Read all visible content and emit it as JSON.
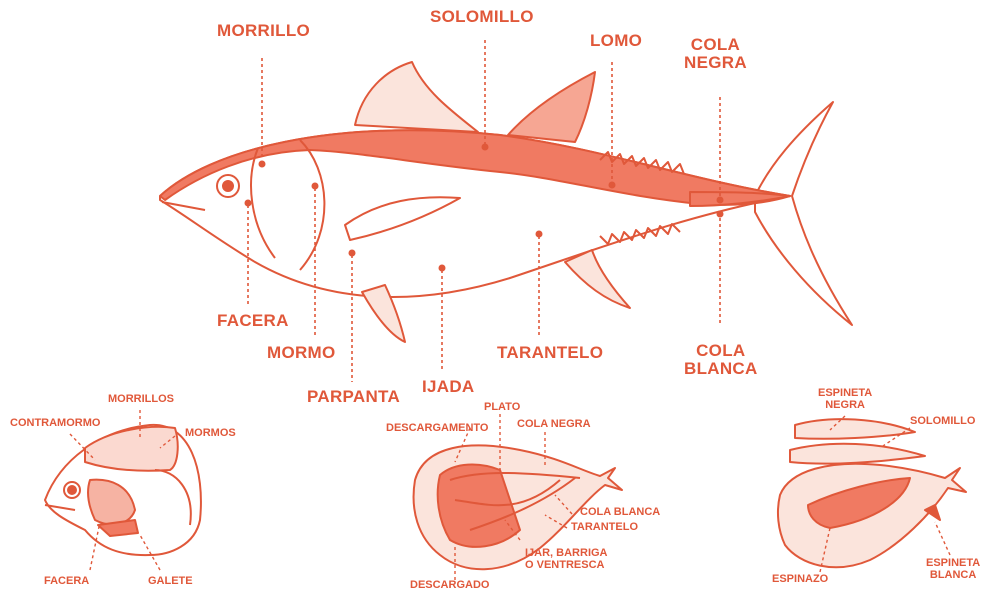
{
  "colors": {
    "accent": "#e0583a",
    "fill": "#f07a62",
    "light": "#fbd9d0"
  },
  "main_fish": {
    "labels": {
      "morrillo": "MORRILLO",
      "solomillo": "SOLOMILLO",
      "lomo": "LOMO",
      "cola_negra": "COLA\nNEGRA",
      "facera": "FACERA",
      "mormo": "MORMO",
      "parpanta": "PARPANTA",
      "ijada": "IJADA",
      "tarantelo": "TARANTELO",
      "cola_blanca": "COLA\nBLANCA"
    }
  },
  "head_detail": {
    "labels": {
      "morrillos": "MORRILLOS",
      "contramormo": "CONTRAMORMO",
      "mormos": "MORMOS",
      "facera": "FACERA",
      "galete": "GALETE"
    }
  },
  "belly_detail": {
    "labels": {
      "plato": "PLATO",
      "descargamento": "DESCARGAMENTO",
      "cola_negra": "COLA NEGRA",
      "cola_blanca": "COLA BLANCA",
      "tarantelo": "TARANTELO",
      "ijar": "IJAR, BARRIGA\nO VENTRESCA",
      "descargado": "DESCARGADO"
    }
  },
  "back_detail": {
    "labels": {
      "espineta_negra": "ESPINETA\nNEGRA",
      "solomillo": "SOLOMILLO",
      "espinazo": "ESPINAZO",
      "espineta_blanca": "ESPINETA\nBLANCA"
    }
  }
}
